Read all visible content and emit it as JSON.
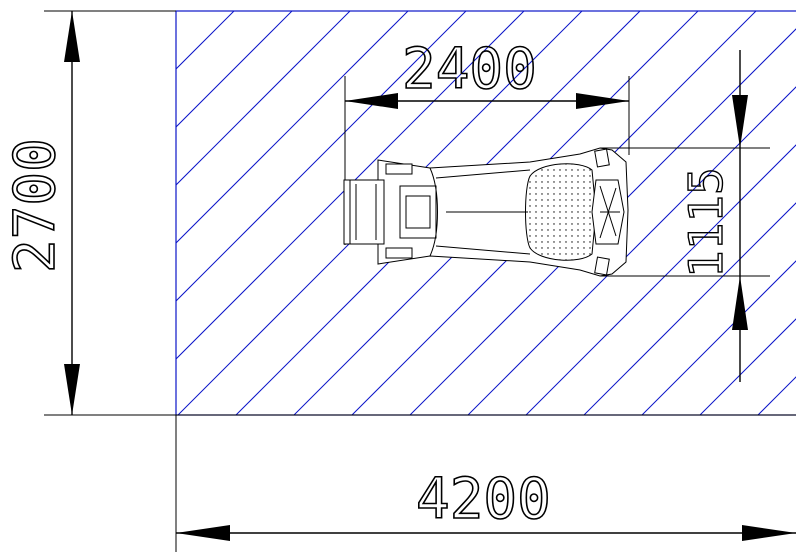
{
  "drawing": {
    "hatch_color": "#0a14c8",
    "line_color": "#000000",
    "dimensions": {
      "overall_width": "4200",
      "overall_depth": "2700",
      "equipment_length": "2400",
      "equipment_width": "1115"
    }
  }
}
